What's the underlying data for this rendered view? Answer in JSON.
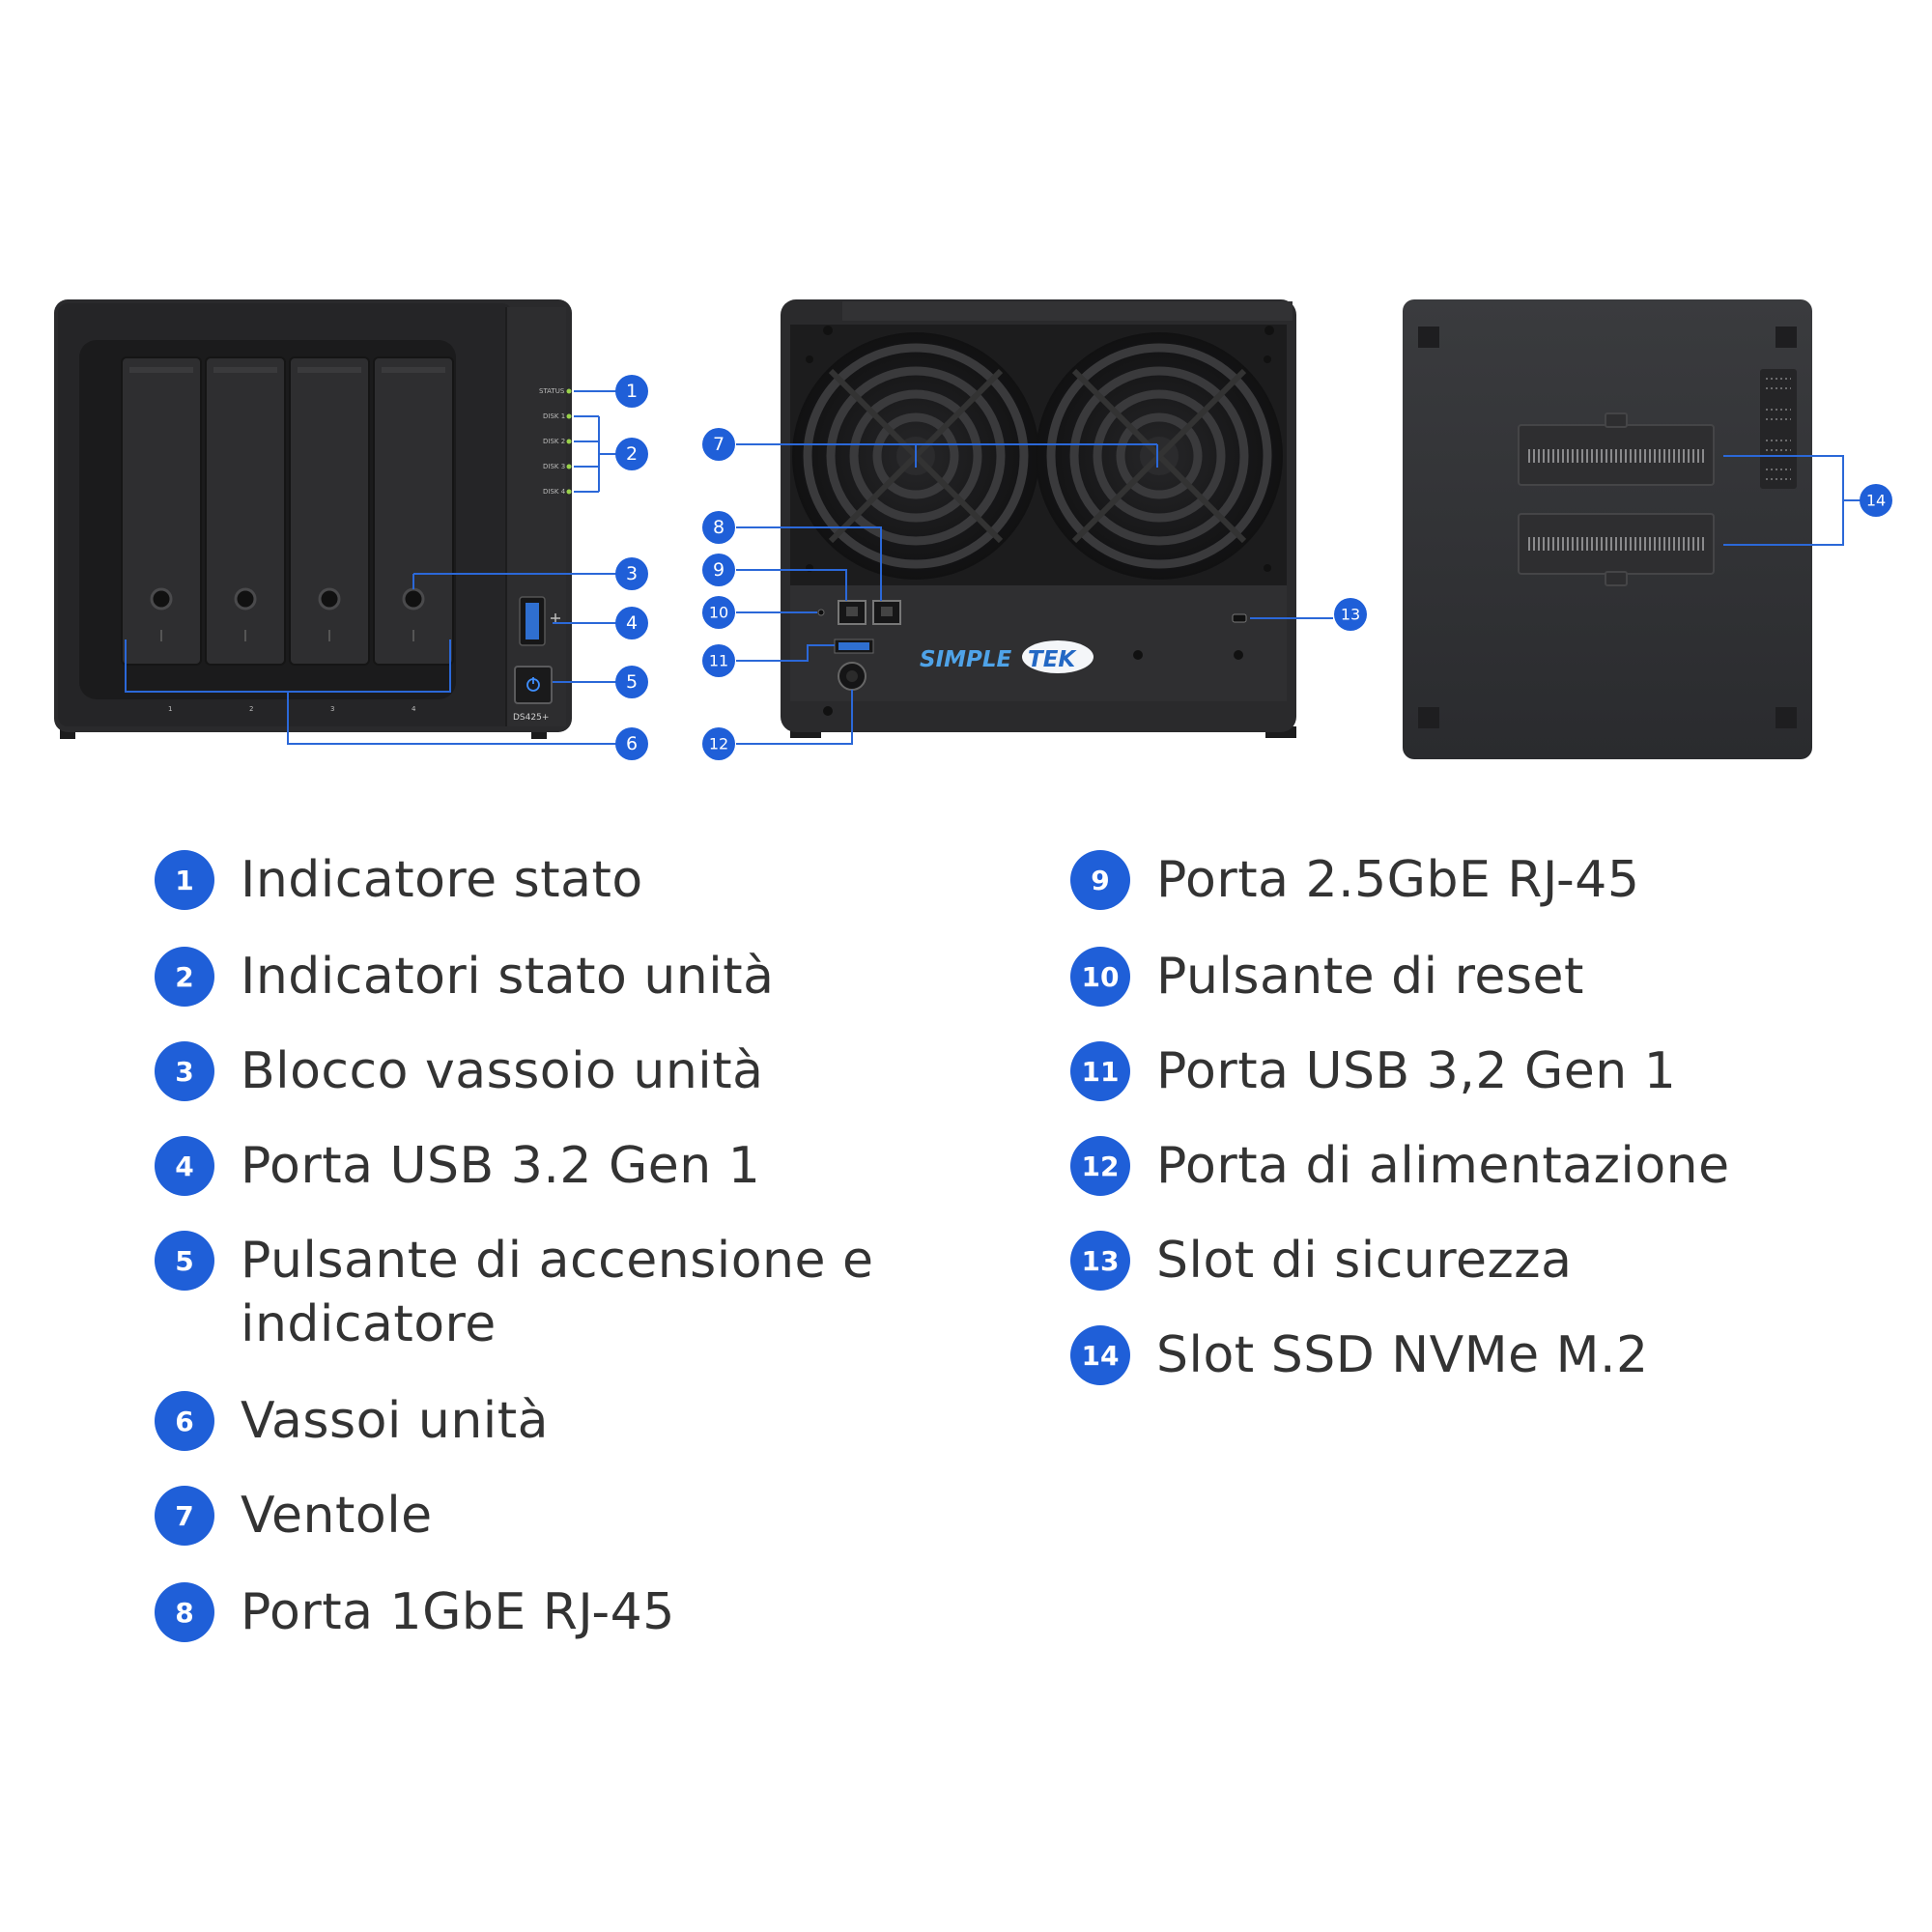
{
  "colors": {
    "accent": "#1f5fd8",
    "device": "#2b2b2d",
    "text": "#333333"
  },
  "front_panel": {
    "led_labels": [
      "STATUS",
      "DISK 1",
      "DISK 2",
      "DISK 3",
      "DISK 4"
    ],
    "model": "DS425+",
    "bay_numbers": [
      "1",
      "2",
      "3",
      "4"
    ]
  },
  "logo": {
    "part1": "SIMPLE",
    "part2": "TEK"
  },
  "callouts": [
    "1",
    "2",
    "3",
    "4",
    "5",
    "6",
    "7",
    "8",
    "9",
    "10",
    "11",
    "12",
    "13",
    "14"
  ],
  "legend": {
    "items": [
      {
        "num": "1",
        "label": "Indicatore stato"
      },
      {
        "num": "2",
        "label": "Indicatori stato unità"
      },
      {
        "num": "3",
        "label": "Blocco vassoio unità"
      },
      {
        "num": "4",
        "label": "Porta USB 3.2 Gen 1"
      },
      {
        "num": "5",
        "label": "Pulsante di accensione e indicatore"
      },
      {
        "num": "6",
        "label": "Vassoi unità"
      },
      {
        "num": "7",
        "label": "Ventole"
      },
      {
        "num": "8",
        "label": "Porta 1GbE RJ-45"
      },
      {
        "num": "9",
        "label": "Porta 2.5GbE RJ-45"
      },
      {
        "num": "10",
        "label": "Pulsante di reset"
      },
      {
        "num": "11",
        "label": "Porta USB 3,2 Gen 1"
      },
      {
        "num": "12",
        "label": "Porta di alimentazione"
      },
      {
        "num": "13",
        "label": "Slot di sicurezza"
      },
      {
        "num": "14",
        "label": "Slot SSD NVMe M.2"
      }
    ]
  }
}
